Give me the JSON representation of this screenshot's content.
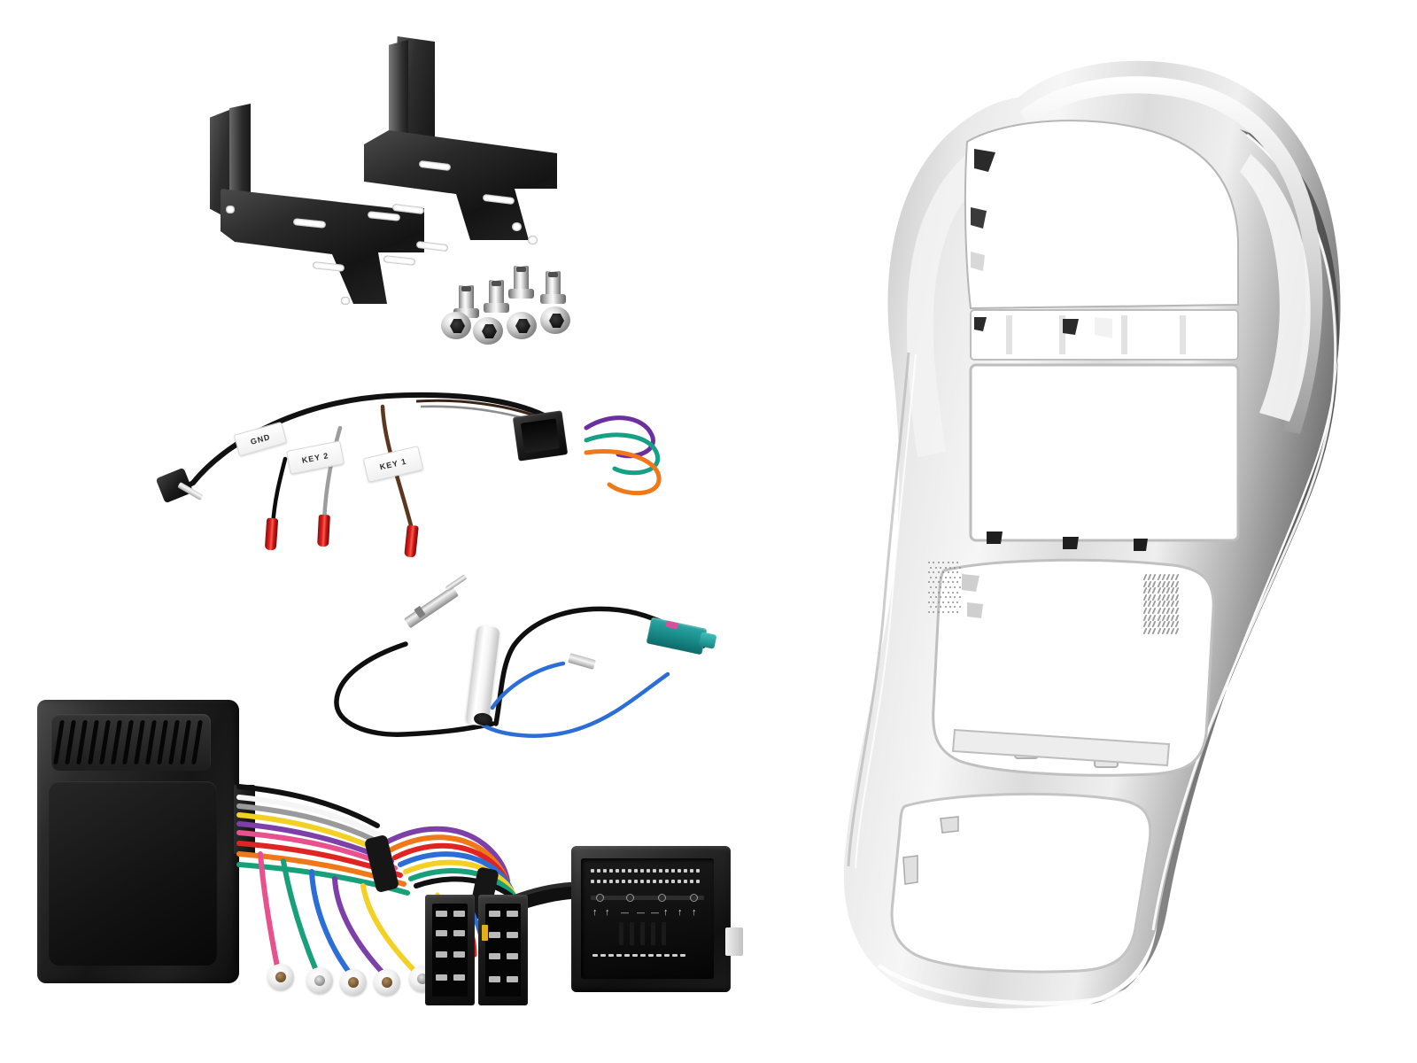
{
  "product": {
    "title": "Double DIN Car Stereo Fascia Installation Kit",
    "background_color": "#ffffff"
  },
  "components": {
    "brackets": {
      "name": "Metal Mounting Brackets",
      "count": 2,
      "color": "#1a1a1a",
      "finish": "black powder coated steel"
    },
    "screws": {
      "name": "Mounting Screws",
      "count": 8,
      "upright_count": 4,
      "laid_count": 4,
      "color": "#d0d0d0",
      "finish": "zinc plated"
    },
    "swc_lead": {
      "name": "Steering Wheel Control Patch Lead",
      "jack": "3.5mm right-angle jack plug",
      "labels": [
        "GND",
        "KEY 2",
        "KEY 1"
      ],
      "bullet_terminals": 3,
      "bullet_color": "#d41f1f",
      "tail_wire_colors": [
        "#6b2fa0",
        "#16a085",
        "#f07818"
      ],
      "connector": "6-way black micro connector"
    },
    "antenna_adapter": {
      "name": "Antenna Adapter with Phantom Power",
      "din_plug": "DIN male antenna plug",
      "phantom_supply": "white in-line phantom power supply",
      "fakra_connector": "FAKRA Z plug",
      "fakra_color": "#1e9a98",
      "power_wire_color": "#2b6fd6",
      "spade_terminal": "silver spade terminal"
    },
    "interface_module": {
      "name": "CAN Bus Steering Wheel Interface Module",
      "color": "#141414",
      "vent_slot_count": 13,
      "has_ventilation": true
    },
    "wiring_harness": {
      "name": "Multi-Colour Wiring Harness",
      "wire_colors": [
        "#e8508e",
        "#18a07a",
        "#2b6fd6",
        "#f2d024",
        "#7d3fa8",
        "#f07818",
        "#e02424",
        "#111111",
        "#f5f5f5",
        "#9a9a9a",
        "#6b4226",
        "#4a9be0",
        "#8cc63f"
      ],
      "butt_connectors": 5,
      "butt_connector_color": "#f0f0f0"
    },
    "iso_connector": {
      "name": "ISO Connector Block",
      "color": "#151515",
      "halves": 2
    },
    "quadlock_connector": {
      "name": "Quadlock Connector",
      "color": "#121212",
      "pin_rows": 3,
      "arrow_markings": 6
    },
    "fascia_panel": {
      "name": "Double DIN Fascia Panel",
      "color_primary": "#cfcfcf",
      "color_highlight": "#f4f4f4",
      "color_shadow": "#7a7a7a",
      "finish": "silver metallic",
      "openings": [
        "display aperture",
        "vent aperture",
        "double din radio aperture",
        "lower storage aperture"
      ],
      "speaker_grilles": 2
    }
  }
}
